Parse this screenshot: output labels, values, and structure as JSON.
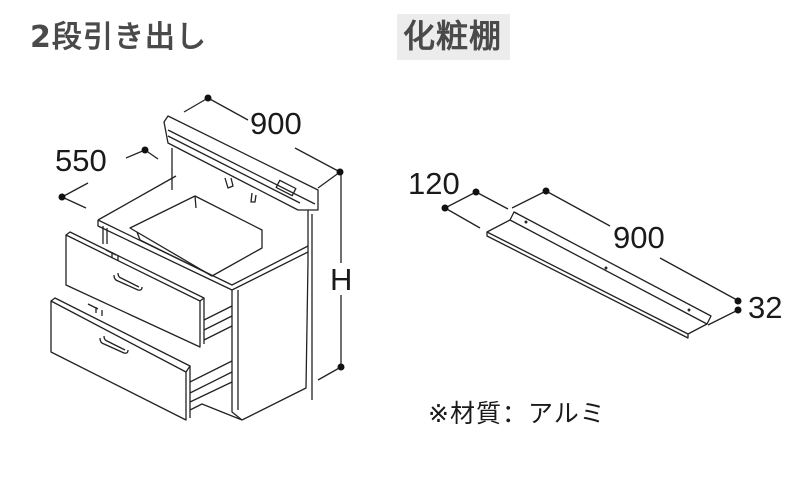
{
  "titles": {
    "vanity": "2段引き出し",
    "shelf": "化粧棚"
  },
  "vanity_dimensions": {
    "width": "900",
    "depth": "550",
    "height": "H"
  },
  "shelf_dimensions": {
    "depth": "120",
    "width": "900",
    "height": "32"
  },
  "shelf_note": "※材質：アルミ",
  "colors": {
    "title_text": "#4a4a4a",
    "title_bg": "#ececec",
    "line": "#222222"
  }
}
